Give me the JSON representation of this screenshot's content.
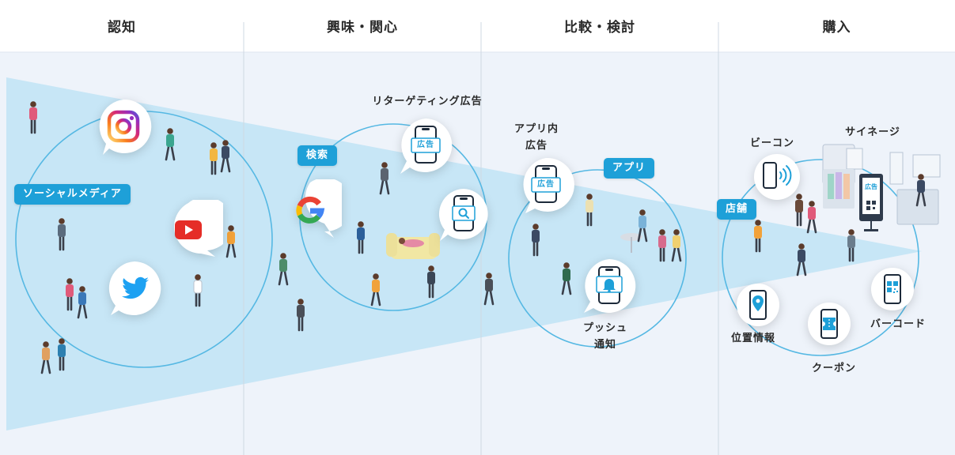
{
  "stages": [
    "認知",
    "興味・関心",
    "比較・検討",
    "購入"
  ],
  "channel_labels": {
    "social_media": "ソーシャルメディア",
    "search": "検索",
    "retargeting_ad": "リターゲティング広告",
    "app_ad": "アプリ内\n広告",
    "app": "アプリ",
    "push_notification": "プッシュ\n通知",
    "store": "店舗",
    "beacon": "ビーコン",
    "signage": "サイネージ",
    "location": "位置情報",
    "coupon": "クーポン",
    "barcode": "バーコード"
  },
  "phone_ad_label": "広告",
  "signage_screen_label": "広告",
  "colors": {
    "accent": "#1ea0d8",
    "header_band": "#ffffff",
    "body_band": "#eef3fa",
    "funnel": "#bfe3f5",
    "circle_stroke": "#55b8e3",
    "instagram_gradient": [
      "#feda75",
      "#fa7e1e",
      "#d62976",
      "#962fbf",
      "#4f5bd5"
    ],
    "youtube": "#e52d27",
    "twitter": "#1da1f2",
    "google": [
      "#4285f4",
      "#ea4335",
      "#fbbc05",
      "#34a853"
    ]
  },
  "icons": [
    "instagram-icon",
    "youtube-icon",
    "twitter-icon",
    "google-icon",
    "smartphone-icon",
    "search-icon",
    "bell-icon",
    "beacon-icon",
    "location-pin-icon",
    "coupon-icon",
    "qr-code-icon",
    "digital-signage-icon"
  ]
}
